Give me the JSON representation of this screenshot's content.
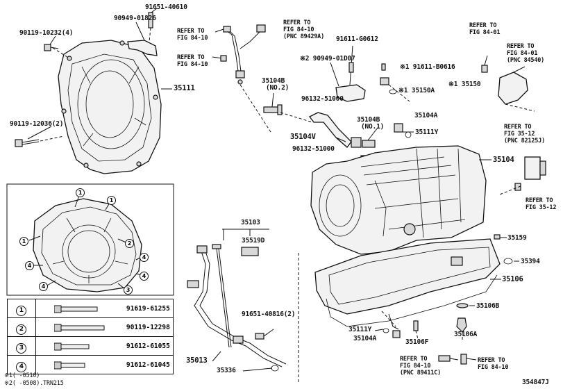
{
  "diagram_id": "354847J",
  "footnotes": [
    {
      "mark": "※1",
      "text": "(    -0510)"
    },
    {
      "mark": "※2",
      "text": "(    -0508).TRN215"
    }
  ],
  "labels": {
    "p91651_40610": "91651-40610",
    "p90949_01826": "90949-01826",
    "p90119_10232": "90119-10232(4)",
    "p35111": "35111",
    "p90119_12036": "90119-12036(2)",
    "ref_84_10_a1": "REFER TO",
    "ref_84_10_a2": "FIG 84-10",
    "ref_84_10_b1": "REFER TO",
    "ref_84_10_b2": "FIG 84-10",
    "ref_84_10_c1": "REFER TO",
    "ref_84_10_c2": "FIG 84-10",
    "ref_84_10_c3": "(PNC 89429A)",
    "p91611_G0612": "91611-G0612",
    "p90949_01D07": "※2 90949-01D07",
    "p91611_B0616": "※1 91611-B0616",
    "p35150A": "※1 35150A",
    "p35150": "※1 35150",
    "ref_84_01_a1": "REFER TO",
    "ref_84_01_a2": "FIG 84-01",
    "ref_84_01_b1": "REFER TO",
    "ref_84_01_b2": "FIG 84-01",
    "ref_84_01_b3": "(PNC 84540)",
    "p35104B_2": "35104B",
    "p35104B_2n": "(NO.2)",
    "p96132_51000_a": "96132-51000",
    "p35104B_1": "35104B",
    "p35104B_1n": "(NO.1)",
    "p35104A_top": "35104A",
    "p35104V": "35104V",
    "p35111Y_top": "35111Y",
    "p96132_51000_b": "96132-51000",
    "ref_35_12_a1": "REFER TO",
    "ref_35_12_a2": "FIG 35-12",
    "ref_35_12_a3": "(PNC 82125J)",
    "p35104": "35104",
    "ref_35_12_b1": "REFER TO",
    "ref_35_12_b2": "FIG 35-12",
    "p35103": "35103",
    "p35519D": "35519D",
    "p35159": "35159",
    "p35394": "35394",
    "p35106": "35106",
    "p35106B": "35106B",
    "p91651_40816": "91651-40816(2)",
    "p35111Y_bot": "35111Y",
    "p35104A_bot": "35104A",
    "p35106F": "35106F",
    "p35106A": "35106A",
    "p35013": "35013",
    "p35336": "35336",
    "ref_84_10_d1": "REFER TO",
    "ref_84_10_d2": "FIG 84-10",
    "ref_84_10_d3": "(PNC 89411C)",
    "ref_84_10_e1": "REFER TO",
    "ref_84_10_e2": "FIG 84-10"
  },
  "inset_callouts": [
    "1",
    "1",
    "1",
    "2",
    "4",
    "4",
    "4",
    "4",
    "3"
  ],
  "bolt_table": [
    {
      "num": "1",
      "part": "91619-61255"
    },
    {
      "num": "2",
      "part": "90119-12298"
    },
    {
      "num": "3",
      "part": "91612-61055"
    },
    {
      "num": "4",
      "part": "91612-61045"
    }
  ]
}
